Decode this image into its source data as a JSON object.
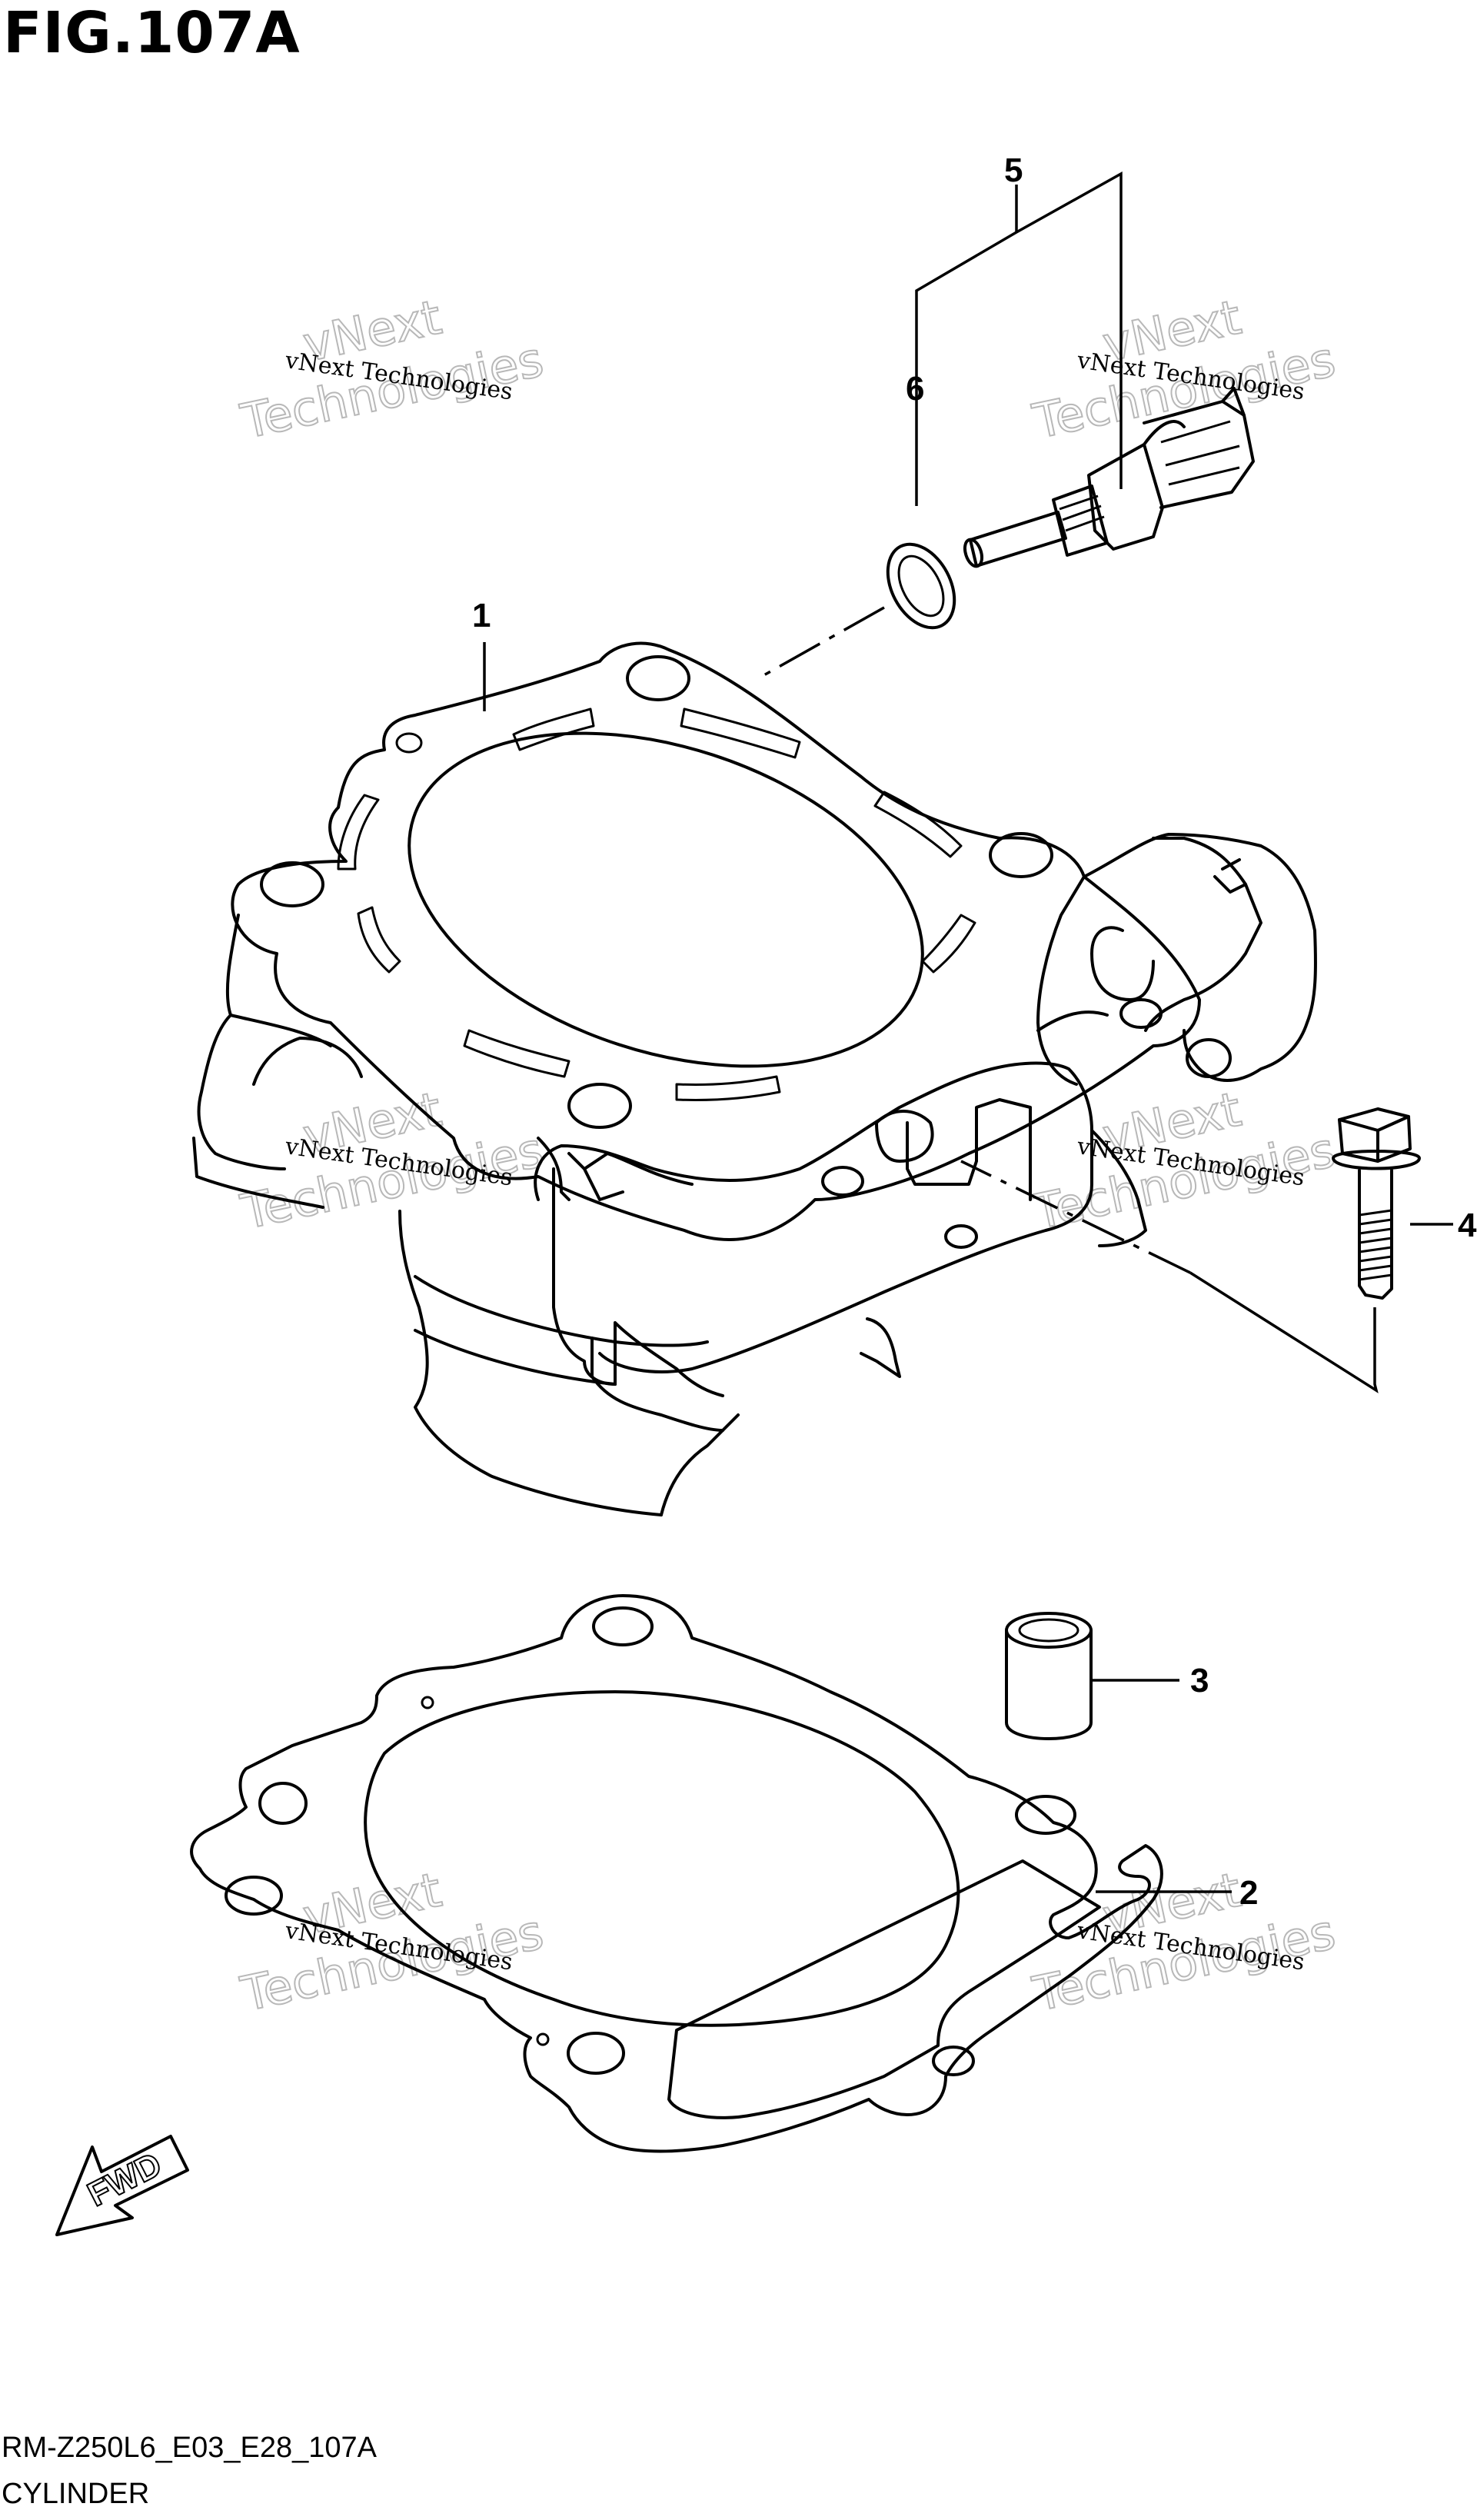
{
  "figure": {
    "title": "FIG.107A",
    "code": "RM-Z250L6_E03_E28_107A",
    "name": "CYLINDER"
  },
  "callouts": [
    "1",
    "2",
    "3",
    "4",
    "5",
    "6"
  ],
  "watermark": {
    "small": "vNext Technologies",
    "big_line1": "vNext",
    "big_line2": "Technologies"
  },
  "fwd_label": "FWD"
}
